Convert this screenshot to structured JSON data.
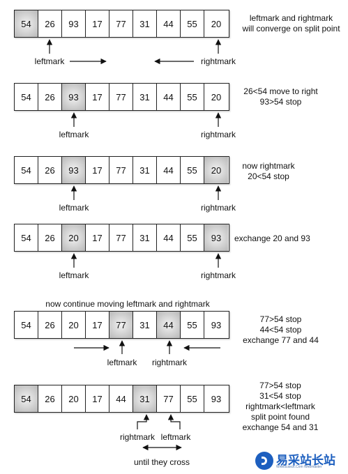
{
  "rows": [
    {
      "values": [
        "54",
        "26",
        "93",
        "17",
        "77",
        "31",
        "44",
        "55",
        "20"
      ],
      "highlight": [
        0
      ],
      "note": [
        "leftmark and rightmark",
        "will converge on split point"
      ]
    },
    {
      "values": [
        "54",
        "26",
        "93",
        "17",
        "77",
        "31",
        "44",
        "55",
        "20"
      ],
      "highlight": [
        2
      ],
      "note": [
        "26<54 move to right",
        "93>54 stop"
      ]
    },
    {
      "values": [
        "54",
        "26",
        "93",
        "17",
        "77",
        "31",
        "44",
        "55",
        "20"
      ],
      "highlight": [
        2,
        8
      ],
      "note": [
        "now rightmark",
        "20<54 stop"
      ]
    },
    {
      "values": [
        "54",
        "26",
        "20",
        "17",
        "77",
        "31",
        "44",
        "55",
        "93"
      ],
      "highlight": [
        2,
        8
      ],
      "note": [
        "exchange 20 and 93"
      ]
    },
    {
      "values": [
        "54",
        "26",
        "20",
        "17",
        "77",
        "31",
        "44",
        "55",
        "93"
      ],
      "highlight": [
        4,
        6
      ],
      "note": [
        "77>54 stop",
        "44<54 stop",
        "exchange 77 and 44"
      ]
    },
    {
      "values": [
        "54",
        "26",
        "20",
        "17",
        "44",
        "31",
        "77",
        "55",
        "93"
      ],
      "highlight": [
        0,
        5
      ],
      "note": [
        "77>54 stop",
        "31<54 stop",
        "rightmark<leftmark",
        "split point found",
        "exchange 54 and 31"
      ]
    }
  ],
  "labels": {
    "leftmark": "leftmark",
    "rightmark": "rightmark",
    "continue_caption": "now continue moving leftmark and rightmark",
    "cross_caption": "until they cross"
  },
  "logo": {
    "text": "易采站长站",
    "sub": "Www.Easck.Com Webmaster"
  },
  "colors": {
    "cell_highlight": "#c9c9c9",
    "border": "#222222",
    "logo": "#1d5fbf"
  }
}
